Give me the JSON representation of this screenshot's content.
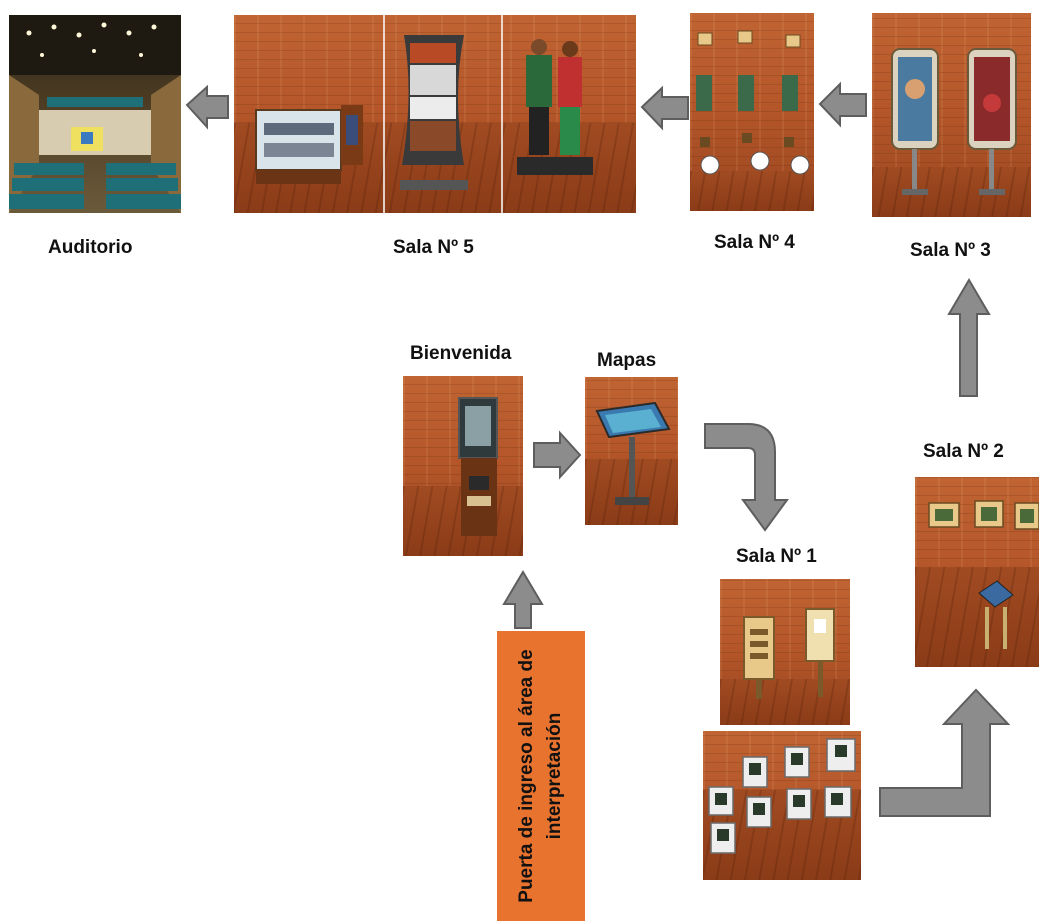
{
  "labels": {
    "auditorio": "Auditorio",
    "sala5": "Sala Nº 5",
    "sala4": "Sala Nº 4",
    "sala3": "Sala Nº 3",
    "sala2": "Sala Nº 2",
    "sala1": "Sala Nº 1",
    "bienvenida": "Bienvenida",
    "mapas": "Mapas",
    "entrance": "Puerta de ingreso al área de interpretación"
  },
  "colors": {
    "arrow_fill": "#8c8c8c",
    "arrow_stroke": "#5e5e5e",
    "entrance_box": "#e8732f",
    "wood": "#b5572a"
  }
}
